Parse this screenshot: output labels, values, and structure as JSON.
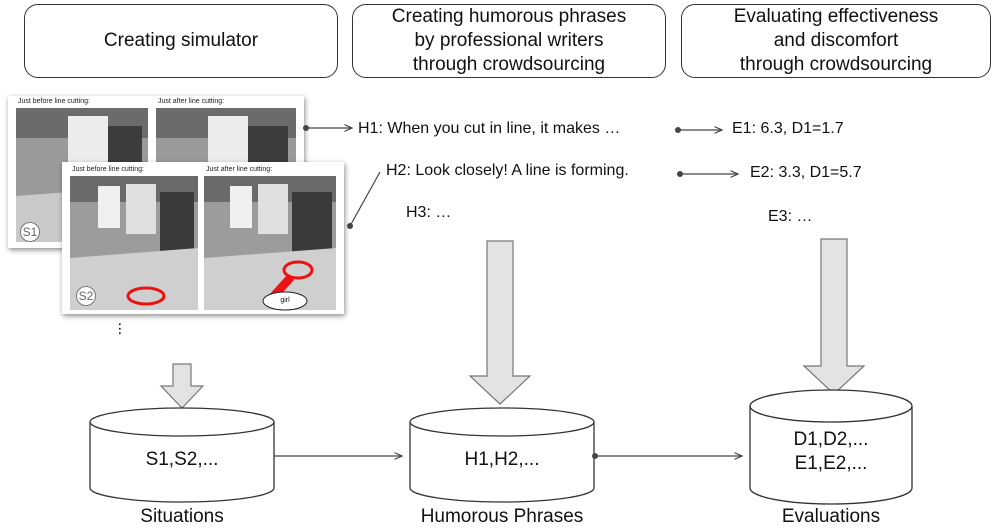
{
  "headers": [
    {
      "text": "Creating simulator"
    },
    {
      "text": "Creating humorous phrases\nby professional writers\nthrough crowdsourcing"
    },
    {
      "text": "Evaluating effectiveness\nand discomfort\nthrough crowdsourcing"
    }
  ],
  "screenshots": {
    "before_caption": "Just before line cutting:",
    "after_caption": "Just after line cutting:",
    "s1_label": "S1",
    "s2_label": "S2",
    "bubble_text": "girl",
    "ellipsis": "..."
  },
  "phrases": [
    {
      "id": "H1",
      "text": "When you cut in line, it makes …"
    },
    {
      "id": "H2",
      "text": "Look closely! A line is forming."
    },
    {
      "id": "H3",
      "text": "…"
    }
  ],
  "evaluations": [
    {
      "id": "E1",
      "text": "6.3, D1=1.7"
    },
    {
      "id": "E2",
      "text": "3.3, D1=5.7"
    },
    {
      "id": "E3",
      "text": "…"
    }
  ],
  "databases": [
    {
      "content": "S1,S2,...",
      "label": "Situations"
    },
    {
      "content": "H1,H2,...",
      "label": "Humorous Phrases"
    },
    {
      "content": "D1,D2,...\nE1,E2,...",
      "label": "Evaluations"
    }
  ]
}
